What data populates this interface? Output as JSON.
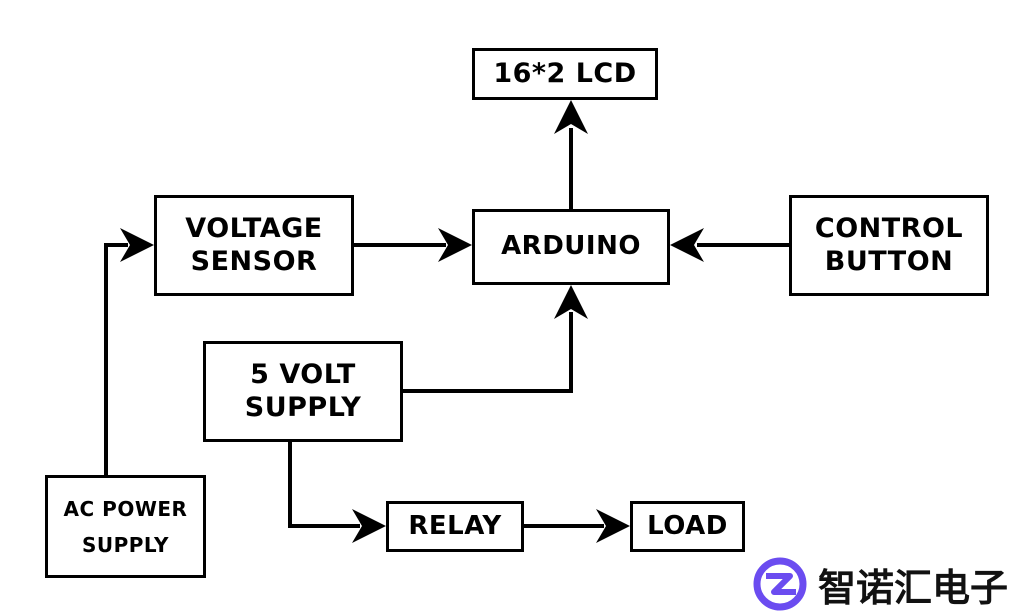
{
  "blocks": {
    "lcd": "16*2 LCD",
    "voltage_sensor": [
      "VOLTAGE",
      "SENSOR"
    ],
    "arduino": "ARDUINO",
    "control_button": [
      "CONTROL",
      "BUTTON"
    ],
    "five_volt_supply": [
      "5 VOLT",
      "SUPPLY"
    ],
    "ac_power_supply": [
      "AC POWER",
      "SUPPLY"
    ],
    "relay": "RELAY",
    "load": "LOAD"
  },
  "watermark": {
    "text": "智诺汇电子",
    "logo_color": "#6b4cf0"
  },
  "colors": {
    "line": "#000000",
    "background": "#ffffff"
  }
}
